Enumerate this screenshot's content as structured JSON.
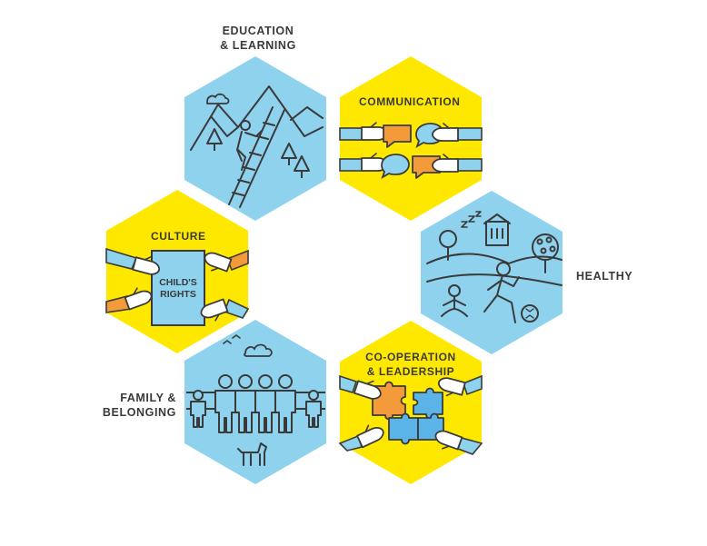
{
  "segments": [
    {
      "id": "education",
      "lines": [
        "EDUCATION",
        "& LEARNING"
      ],
      "fill": "#8ED2EE"
    },
    {
      "id": "communication",
      "lines": [
        "COMMUNICATION"
      ],
      "fill": "#FFE800"
    },
    {
      "id": "culture",
      "lines": [
        "CULTURE"
      ],
      "fill": "#FFE800",
      "document_lines": [
        "CHILD'S",
        "RIGHTS"
      ]
    },
    {
      "id": "healthy",
      "lines": [
        "HEALTHY"
      ],
      "fill": "#8ED2EE"
    },
    {
      "id": "family",
      "lines": [
        "FAMILY &",
        "BELONGING"
      ],
      "fill": "#8ED2EE"
    },
    {
      "id": "cooperation",
      "lines": [
        "CO-OPERATION",
        "& LEADERSHIP"
      ],
      "fill": "#FFE800"
    }
  ],
  "colors": {
    "blue": "#8ED2EE",
    "yellow": "#FFE800",
    "orange": "#F39A3B",
    "line": "#3a3a3a"
  }
}
